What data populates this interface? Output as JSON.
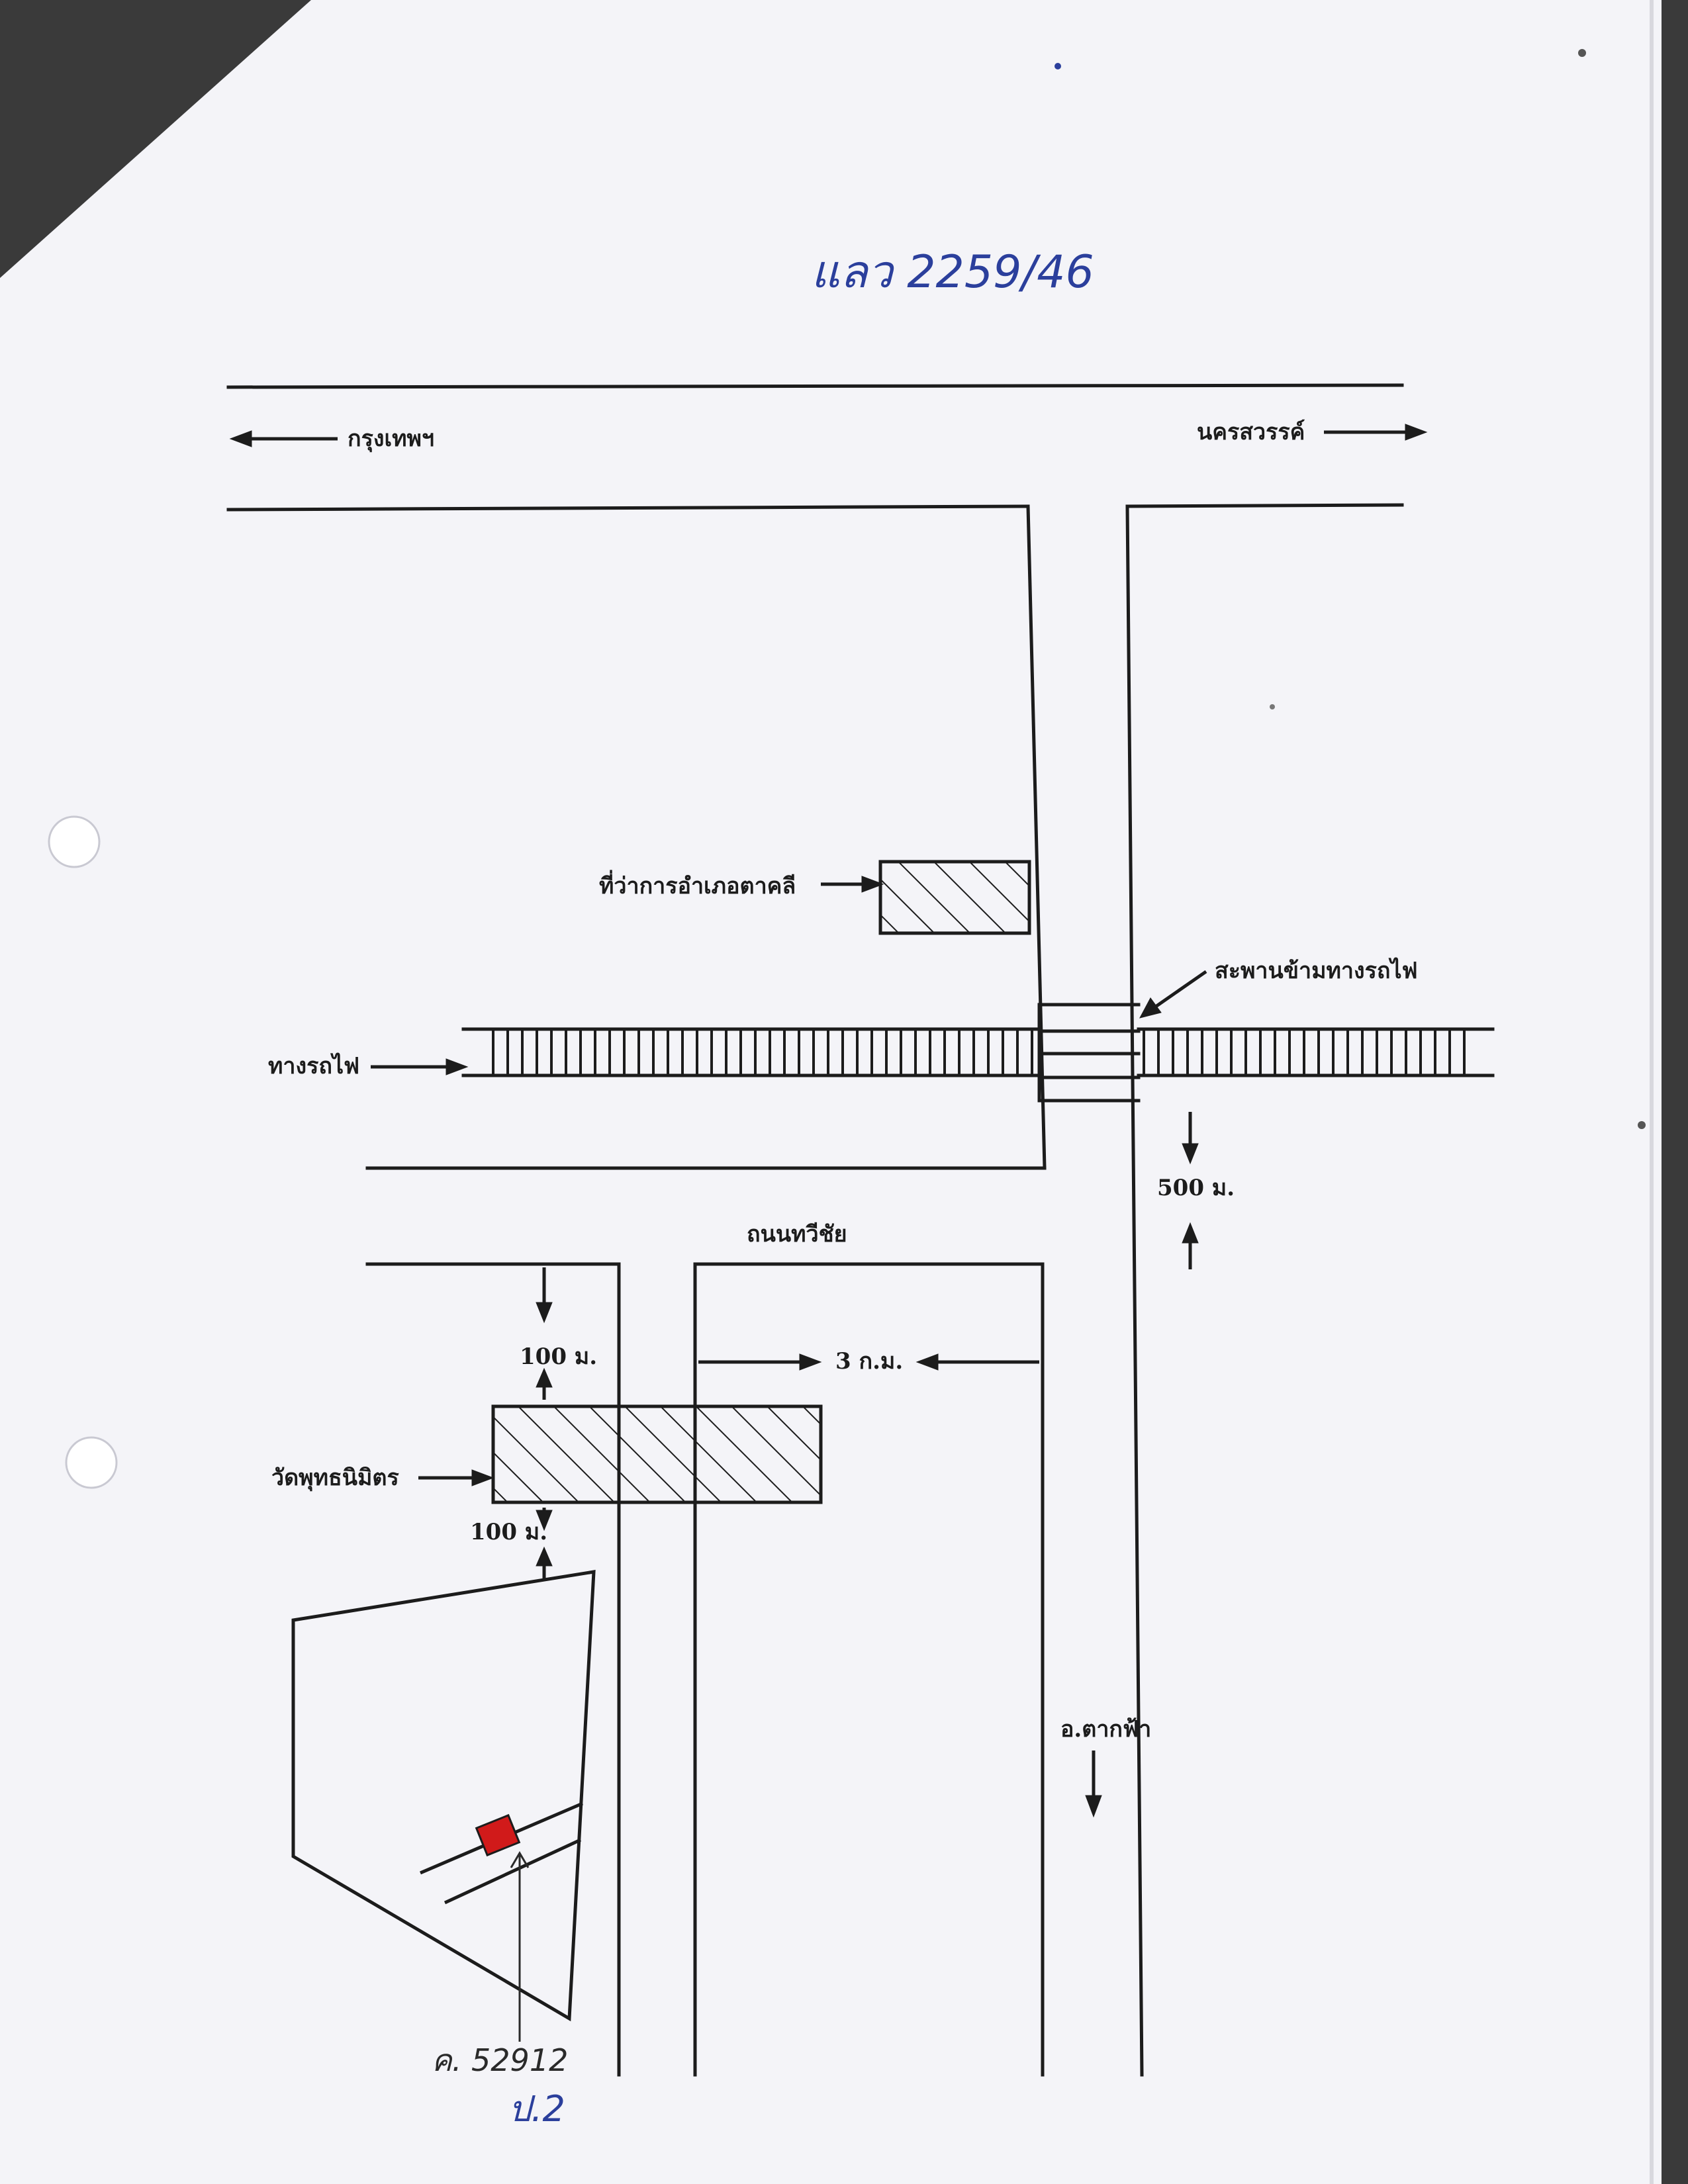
{
  "document": {
    "handwritten_ref": "แลว 2259/46",
    "handwritten_parcel": "ค. 52912",
    "handwritten_initials": "ป.2"
  },
  "labels": {
    "to_bangkok": "กรุงเทพฯ",
    "to_nakhon_sawan": "นครสวรรค์",
    "district_office": "ที่ว่าการอำเภอตาคลี",
    "overpass": "สะพานข้ามทางรถไฟ",
    "railway": "ทางรถไฟ",
    "dist_500": "500 ม.",
    "road_name": "ถนนทวีชัย",
    "dist_100_top": "100 ม.",
    "dist_3km": "3 ก.ม.",
    "temple": "วัดพุทธนิมิตร",
    "dist_100_bottom": "100 ม.",
    "to_tak_fa": "อ.ตากฟ้า"
  },
  "colors": {
    "ink": "#1c1c1c",
    "pen_blue": "#2b3f9c",
    "pen_black": "#2a2a2a",
    "parcel_red": "#d11a1a",
    "paper": "#f4f4f8"
  }
}
